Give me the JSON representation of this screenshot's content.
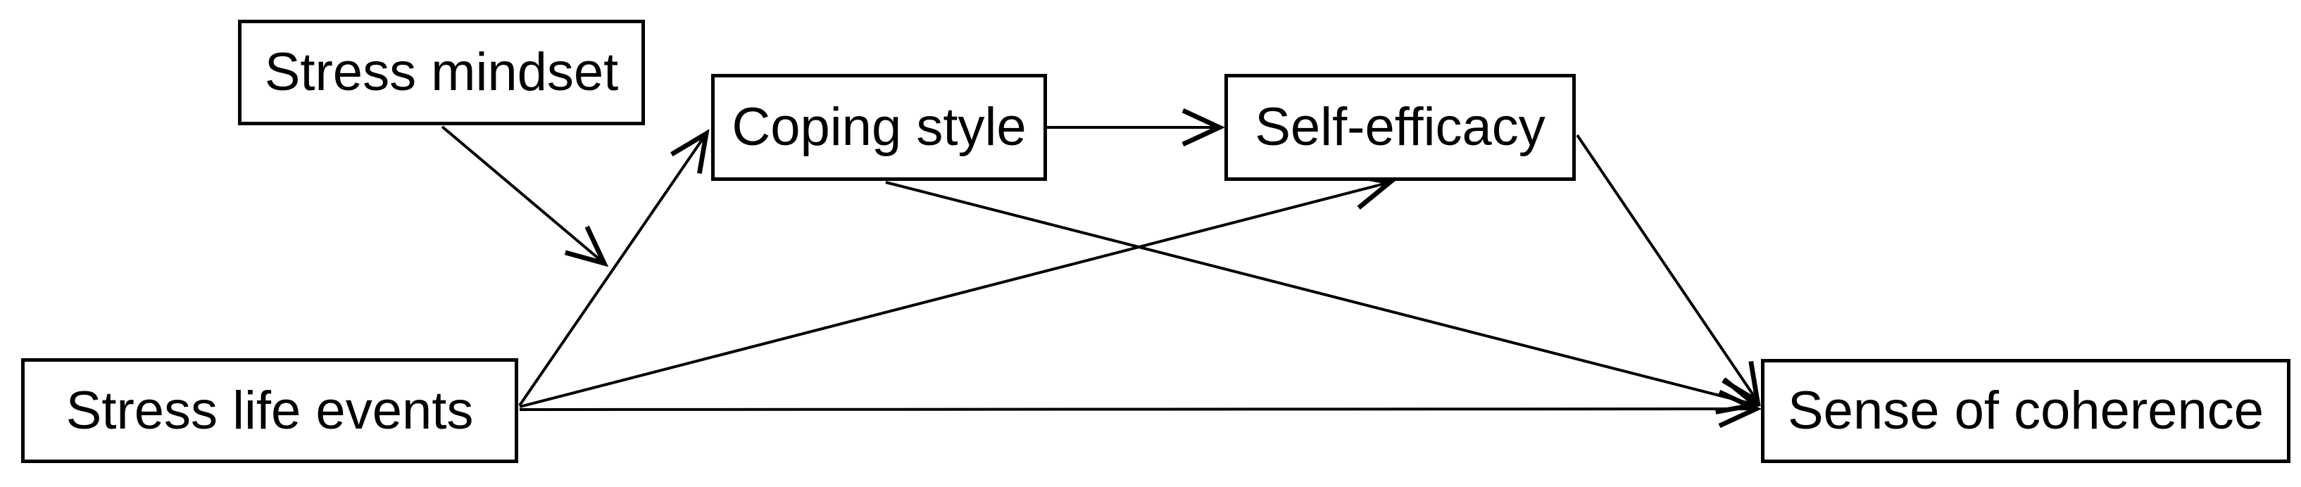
{
  "figure": {
    "type": "path-model-diagram",
    "background_color": "#ffffff",
    "line_color": "#000000",
    "text_color": "#000000",
    "nodes": [
      {
        "id": "stress-mindset",
        "label": "Stress mindset"
      },
      {
        "id": "coping-style",
        "label": "Coping style"
      },
      {
        "id": "self-efficacy",
        "label": "Self-efficacy"
      },
      {
        "id": "stress-life-events",
        "label": "Stress life events"
      },
      {
        "id": "sense-of-coherence",
        "label": "Sense of coherence"
      }
    ],
    "edges": [
      {
        "from": "stress-life-events",
        "to": "coping-style",
        "type": "direct"
      },
      {
        "from": "stress-life-events",
        "to": "self-efficacy",
        "type": "direct"
      },
      {
        "from": "stress-life-events",
        "to": "sense-of-coherence",
        "type": "direct"
      },
      {
        "from": "coping-style",
        "to": "self-efficacy",
        "type": "direct"
      },
      {
        "from": "coping-style",
        "to": "sense-of-coherence",
        "type": "direct"
      },
      {
        "from": "self-efficacy",
        "to": "sense-of-coherence",
        "type": "direct"
      },
      {
        "from": "stress-mindset",
        "to": "path(stress-life-events to coping-style)",
        "type": "moderation"
      }
    ]
  }
}
